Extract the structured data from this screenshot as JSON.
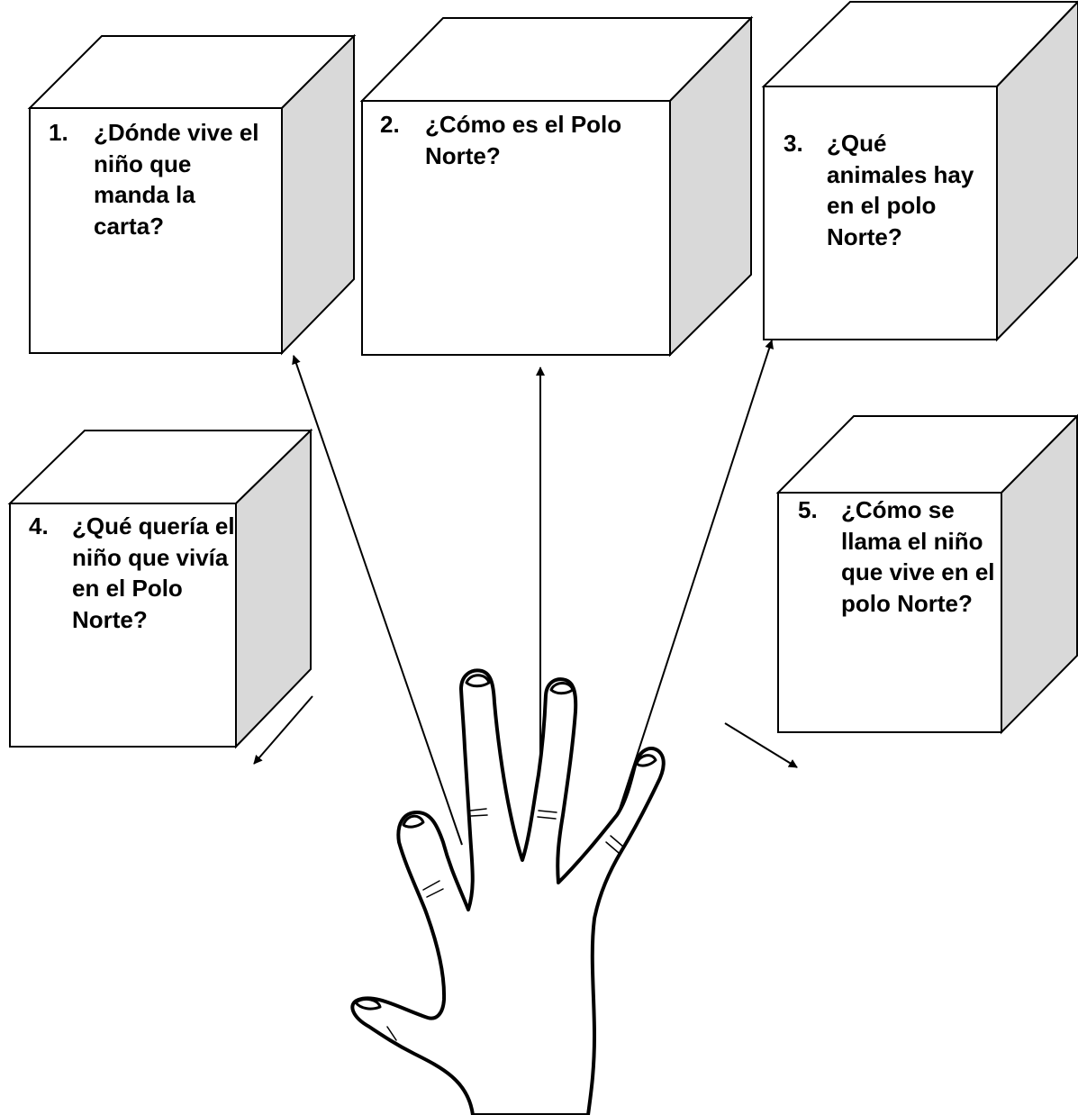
{
  "colors": {
    "stroke": "#000000",
    "box_front": "#ffffff",
    "box_side": "#d9d9d9",
    "background": "#ffffff"
  },
  "questions": [
    {
      "number": "1.",
      "text": "¿Dónde vive el niño que manda la carta?"
    },
    {
      "number": "2.",
      "text": "¿Cómo es el Polo Norte?"
    },
    {
      "number": "3.",
      "text": "¿Qué animales hay en el polo Norte?"
    },
    {
      "number": "4.",
      "text": "¿Qué quería el niño que vivía en el Polo Norte?"
    },
    {
      "number": "5.",
      "text": "¿Cómo se llama el niño que vive en el polo Norte?"
    }
  ],
  "icons": {
    "hand": "open-hand-icon",
    "arrow": "arrow-up-icon"
  }
}
